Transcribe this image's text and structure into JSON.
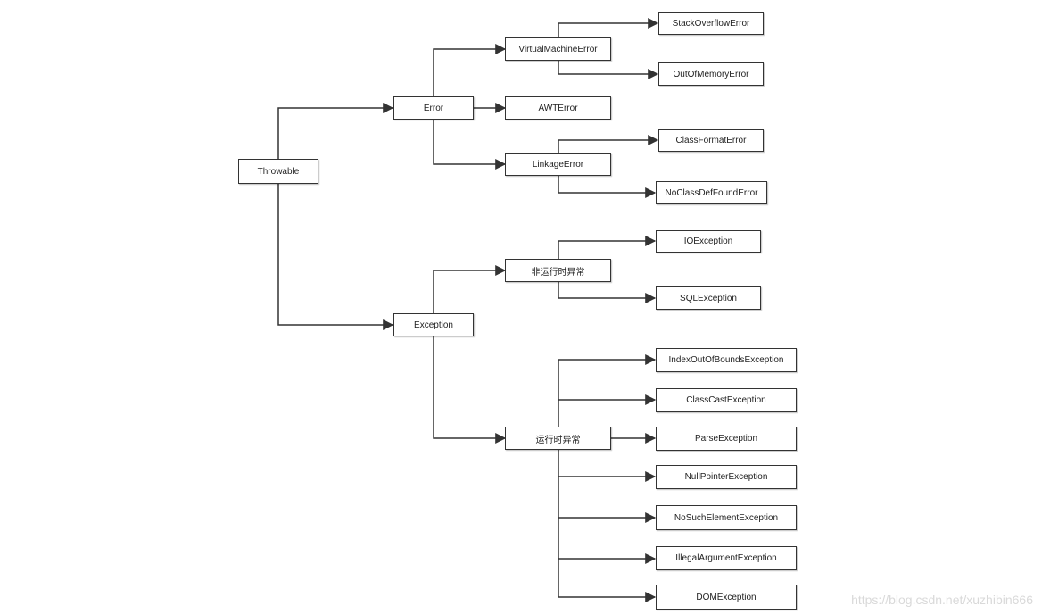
{
  "diagram": {
    "nodes": {
      "throwable": "Throwable",
      "error": "Error",
      "exception": "Exception",
      "virtual_machine_error": "VirtualMachineError",
      "awt_error": "AWTError",
      "linkage_error": "LinkageError",
      "stack_overflow_error": "StackOverflowError",
      "out_of_memory_error": "OutOfMemoryError",
      "class_format_error": "ClassFormatError",
      "no_class_def_found_error": "NoClassDefFoundError",
      "checked_exception": "非运行时异常",
      "runtime_exception": "运行时异常",
      "io_exception": "IOException",
      "sql_exception": "SQLException",
      "index_out_of_bounds_exception": "IndexOutOfBoundsException",
      "class_cast_exception": "ClassCastException",
      "parse_exception": "ParseException",
      "null_pointer_exception": "NullPointerException",
      "no_such_element_exception": "NoSuchElementException",
      "illegal_argument_exception": "IllegalArgumentException",
      "dom_exception": "DOMException"
    },
    "watermark": "https://blog.csdn.net/xuzhibin666"
  }
}
